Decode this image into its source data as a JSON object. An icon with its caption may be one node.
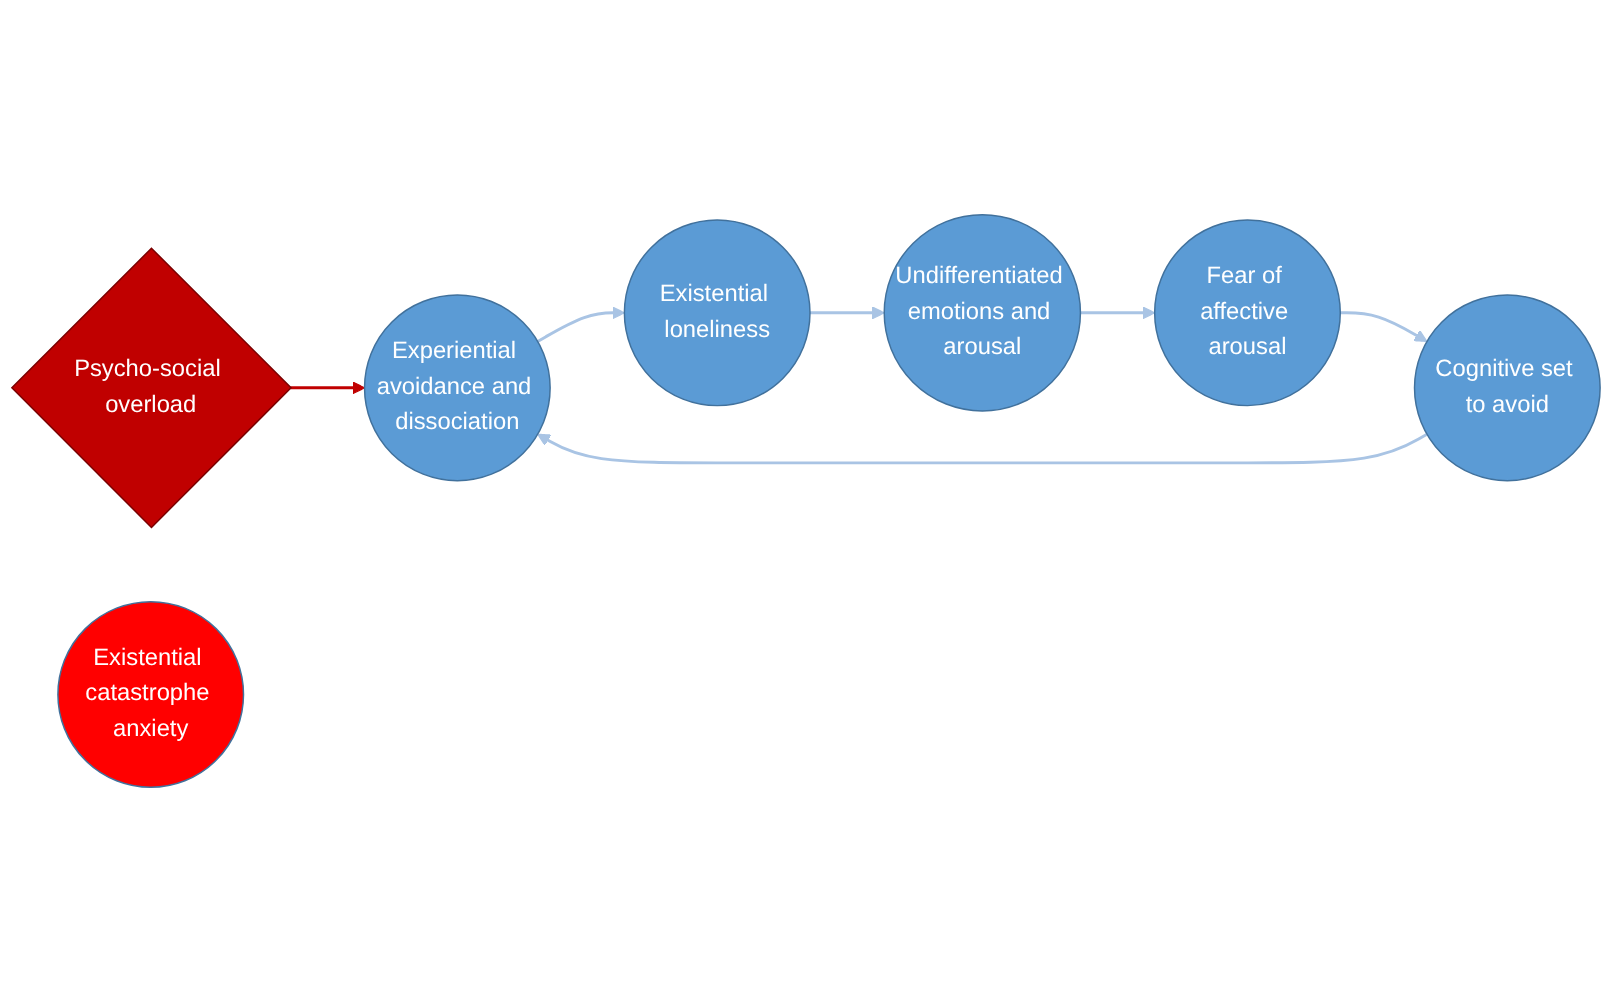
{
  "diagram": {
    "nodes": [
      {
        "text": [
          "Psycho-social overload"
        ]
      },
      {
        "text": [
          "Cognitive set to avoid"
        ]
      },
      {
        "text": [
          "Fear of affective arousal"
        ]
      },
      {
        "text": [
          "Undifferentiated emotions and arousal"
        ]
      },
      {
        "text": [
          "Existential loneliness"
        ]
      },
      {
        "text": [
          "Experiential avoidance and dissociation"
        ]
      },
      {
        "text": [
          "Existential catastrophe anxiety"
        ]
      }
    ],
    "edges": [
      {
        "from": 0,
        "to": 5,
        "arrow": "to",
        "color": "#c00000"
      },
      {
        "from": 1,
        "to": 5,
        "arrow": "to"
      },
      {
        "from": 5,
        "to": 4,
        "arrow": "to"
      },
      {
        "from": 4,
        "to": 3,
        "arrow": "to"
      },
      {
        "from": 3,
        "to": 2,
        "arrow": "to"
      },
      {
        "from": 2,
        "to": 1,
        "arrow": "to"
      }
    ]
  }
}
